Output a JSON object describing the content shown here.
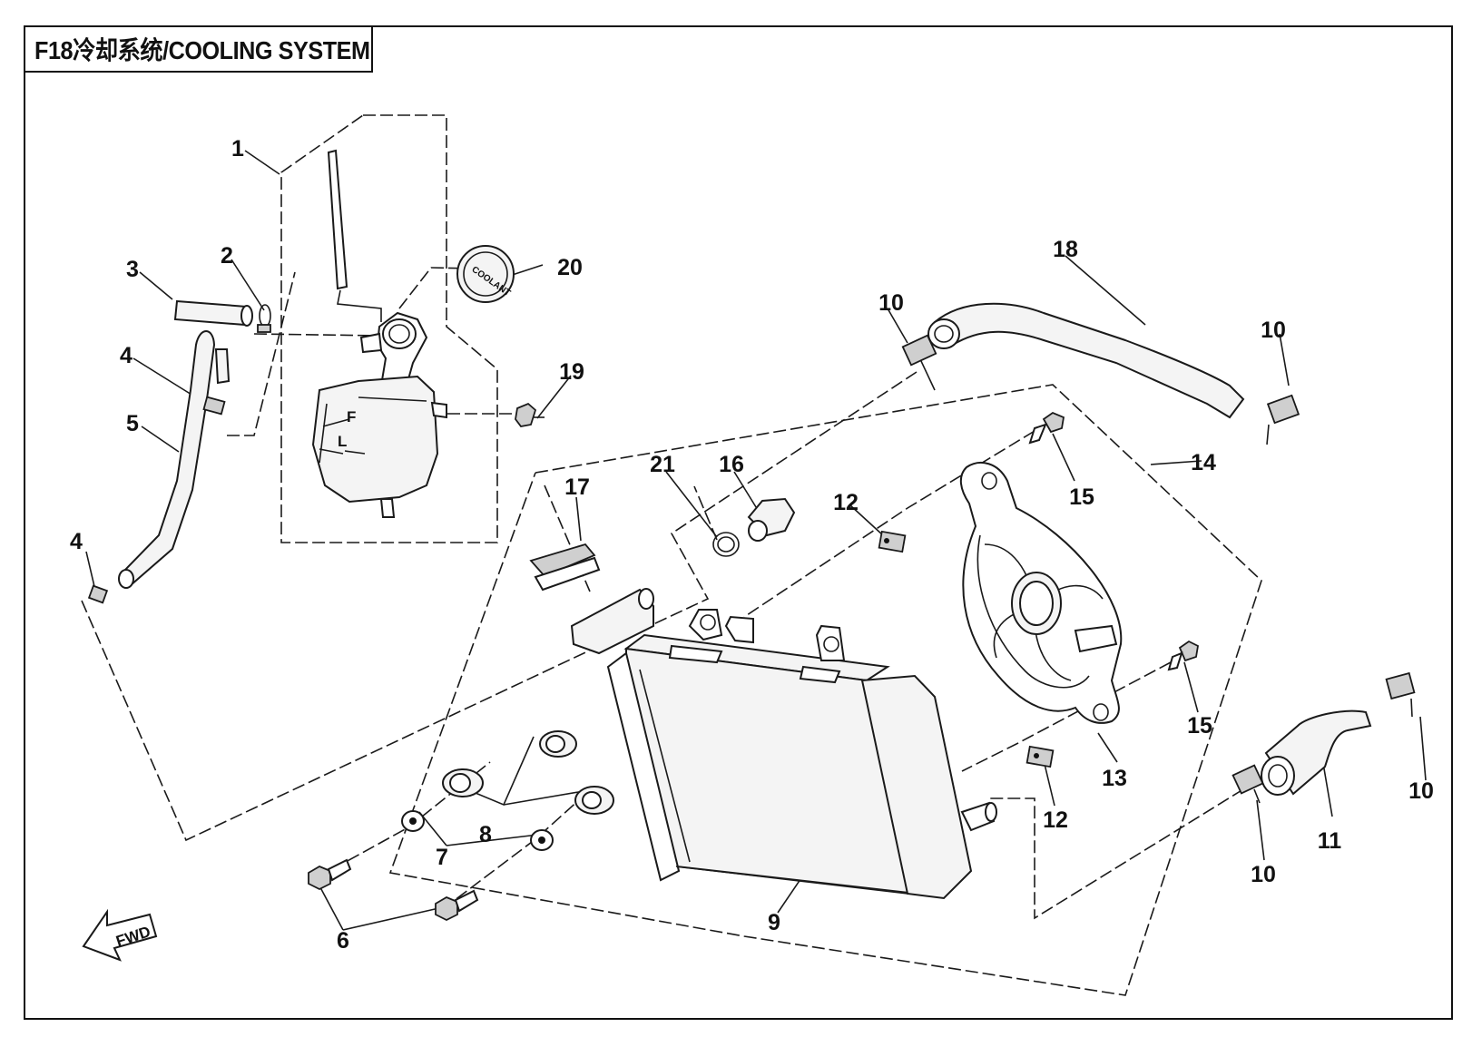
{
  "title": "F18冷却系统/COOLING SYSTEM",
  "callouts": [
    {
      "id": "c1",
      "label": "1"
    },
    {
      "id": "c2",
      "label": "2"
    },
    {
      "id": "c3",
      "label": "3"
    },
    {
      "id": "c4a",
      "label": "4"
    },
    {
      "id": "c4b",
      "label": "4"
    },
    {
      "id": "c5",
      "label": "5"
    },
    {
      "id": "c6",
      "label": "6"
    },
    {
      "id": "c7",
      "label": "7"
    },
    {
      "id": "c8",
      "label": "8"
    },
    {
      "id": "c9",
      "label": "9"
    },
    {
      "id": "c10a",
      "label": "10"
    },
    {
      "id": "c10b",
      "label": "10"
    },
    {
      "id": "c10c",
      "label": "10"
    },
    {
      "id": "c10d",
      "label": "10"
    },
    {
      "id": "c11",
      "label": "11"
    },
    {
      "id": "c12a",
      "label": "12"
    },
    {
      "id": "c12b",
      "label": "12"
    },
    {
      "id": "c13",
      "label": "13"
    },
    {
      "id": "c14",
      "label": "14"
    },
    {
      "id": "c15a",
      "label": "15"
    },
    {
      "id": "c15b",
      "label": "15"
    },
    {
      "id": "c16",
      "label": "16"
    },
    {
      "id": "c17",
      "label": "17"
    },
    {
      "id": "c18",
      "label": "18"
    },
    {
      "id": "c19",
      "label": "19"
    },
    {
      "id": "c20",
      "label": "20"
    },
    {
      "id": "c21",
      "label": "21"
    }
  ],
  "tank_marks": {
    "full": "F",
    "low": "L"
  },
  "cap_text": "COOLANT",
  "fwd_label": "FWD"
}
